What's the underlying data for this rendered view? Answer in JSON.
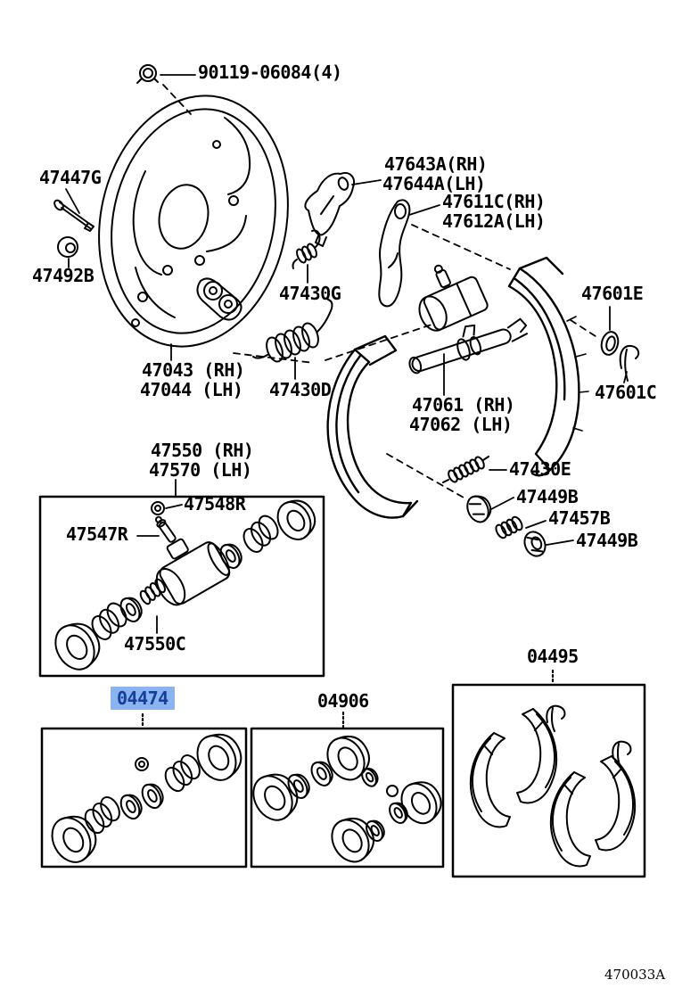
{
  "figure": {
    "code": "470033A",
    "background_color": "#ffffff",
    "line_color": "#000000",
    "description": "Rear drum brake exploded parts diagram"
  },
  "highlight": {
    "selected_part": "04474",
    "background": "#8bb3f0",
    "text_color": "#163f99"
  },
  "parts": {
    "retainer_bolt": {
      "number": "90119-06084(4)"
    },
    "shoe_hold_pin": {
      "number": "47447G"
    },
    "grommet": {
      "number": "47492B"
    },
    "backing_plate": {
      "rh": "47043 (RH)",
      "lh": "47044 (LH)"
    },
    "parking_lever": {
      "rh": "47643A(RH)",
      "lh": "47644A(LH)"
    },
    "shoe_lever": {
      "rh": "47611C(RH)",
      "lh": "47612A(LH)"
    },
    "ring": {
      "number": "47601E"
    },
    "c_washer": {
      "number": "47601C"
    },
    "lever_spring": {
      "number": "47430G"
    },
    "return_spring": {
      "number": "47430D"
    },
    "adjuster": {
      "rh": "47061 (RH)",
      "lh": "47062 (LH)"
    },
    "adjusting_spring": {
      "number": "47430E"
    },
    "cup_upper": {
      "number": "47449B"
    },
    "compression_spring": {
      "number": "47457B"
    },
    "cup_lower": {
      "number": "47449B"
    },
    "wheel_cylinder": {
      "rh": "47550 (RH)",
      "lh": "47570 (LH)"
    },
    "bleeder_cap": {
      "number": "47548R"
    },
    "bleeder_screw": {
      "number": "47547R"
    },
    "cylinder_cup": {
      "number": "47550C"
    },
    "kit_wheel_cylinder": {
      "number": "04474"
    },
    "kit_cups": {
      "number": "04906"
    },
    "kit_shoes": {
      "number": "04495"
    }
  }
}
